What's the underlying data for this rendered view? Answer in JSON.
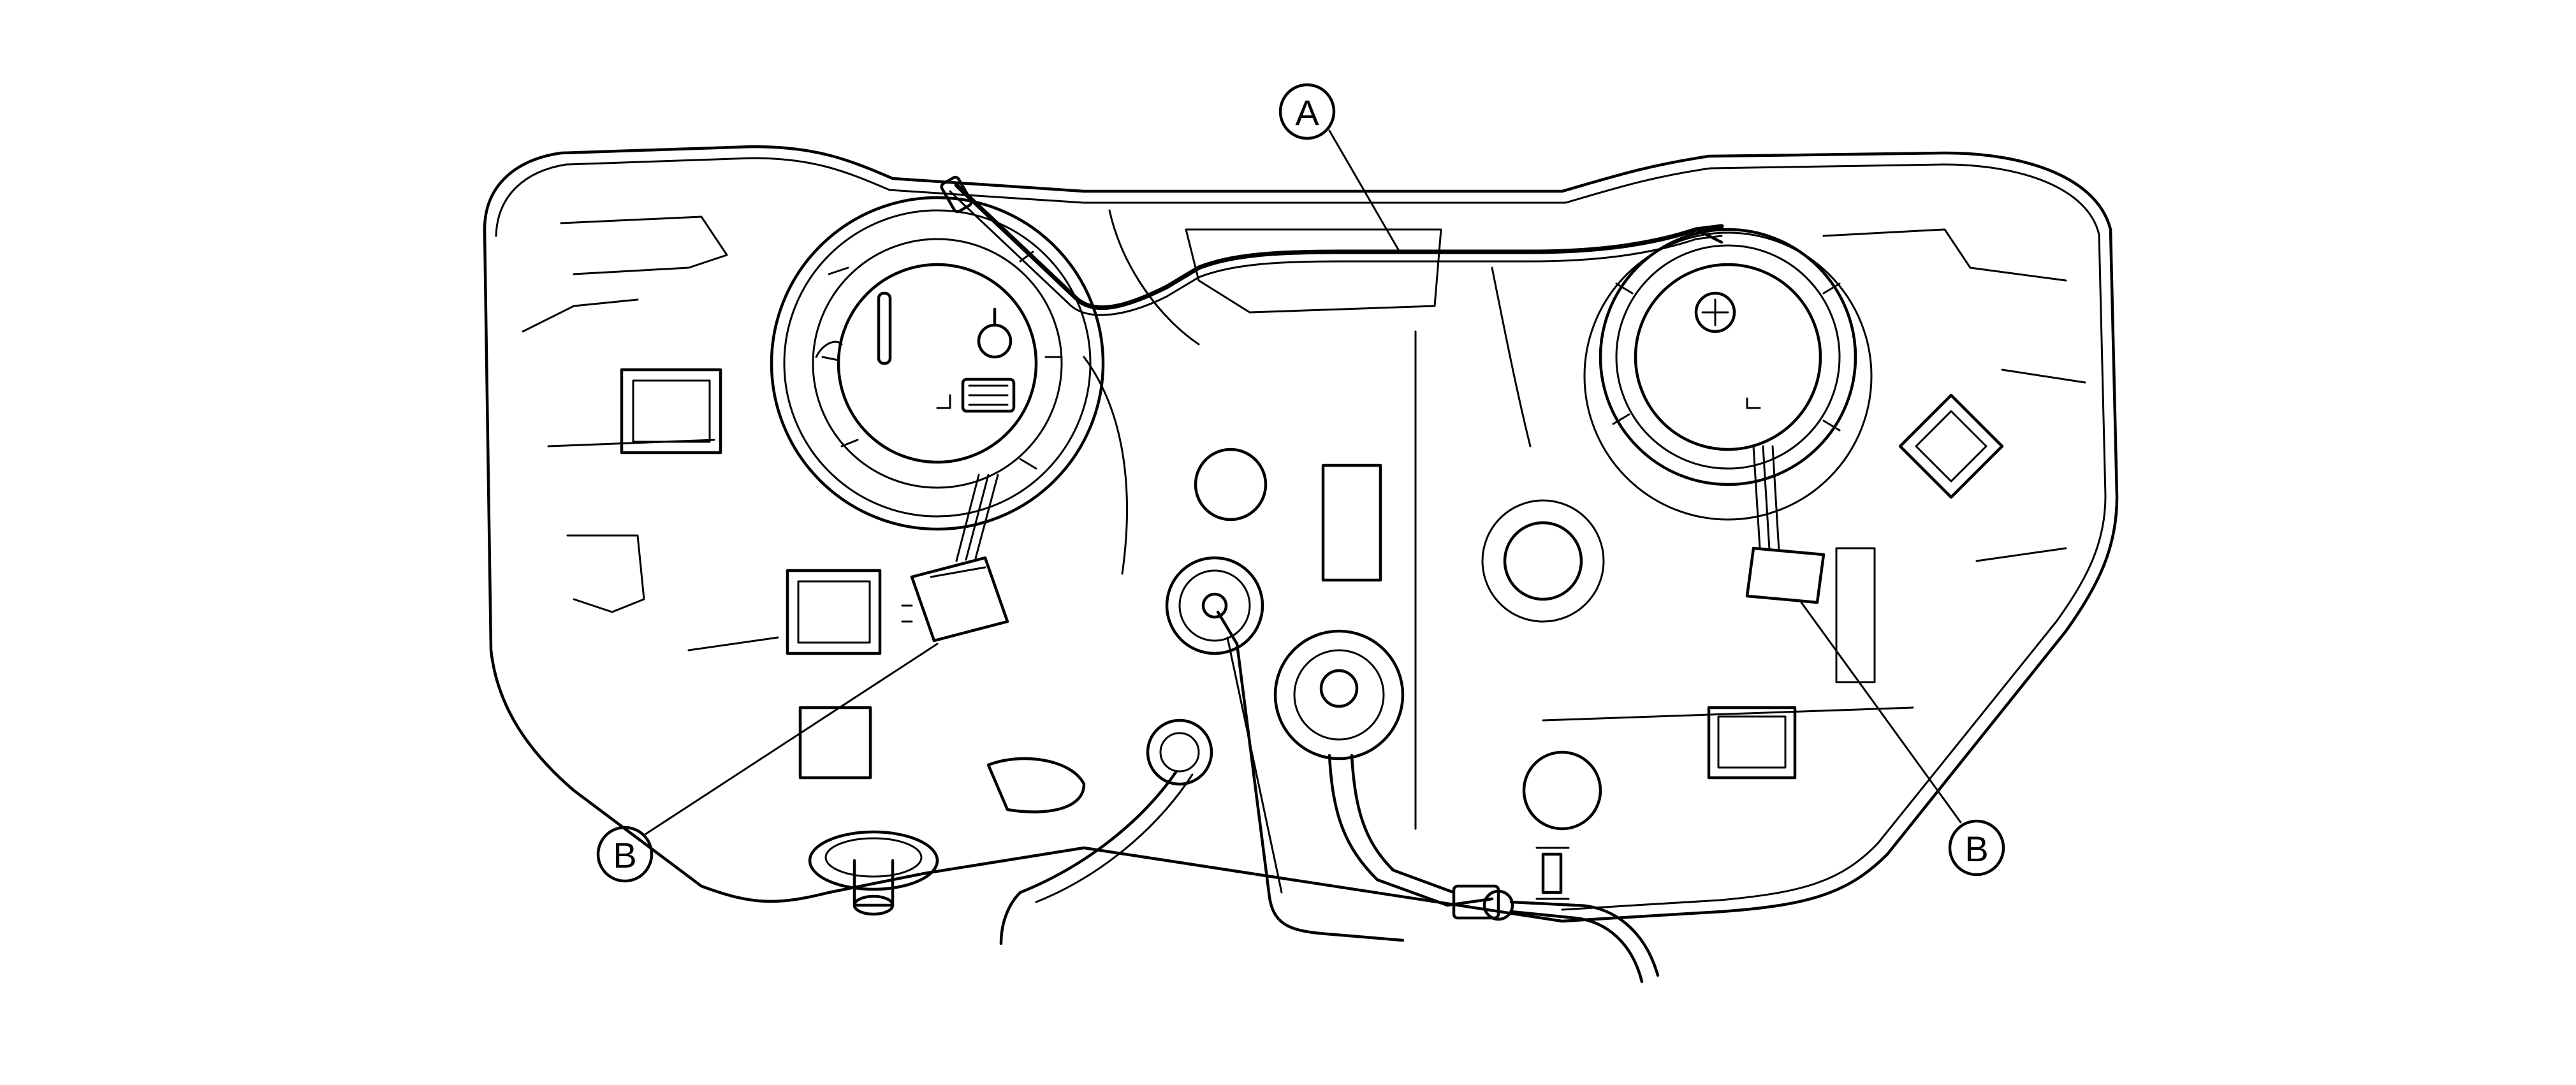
{
  "diagram": {
    "callouts": [
      {
        "id": "A",
        "label": "A"
      },
      {
        "id": "B-left",
        "label": "B"
      },
      {
        "id": "B-right",
        "label": "B"
      }
    ]
  }
}
